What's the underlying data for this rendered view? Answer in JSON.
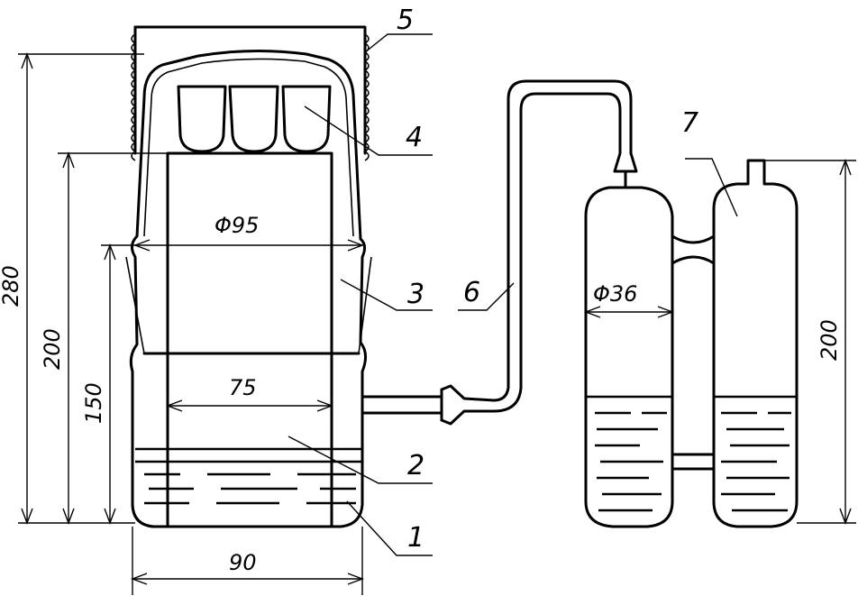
{
  "labels": {
    "p1": "1",
    "p2": "2",
    "p3": "3",
    "p4": "4",
    "p5": "5",
    "p6": "6",
    "p7": "7"
  },
  "dimensions": {
    "h280": "280",
    "h200_left": "200",
    "h150": "150",
    "d95": "Φ95",
    "w75": "75",
    "w90": "90",
    "d36": "Φ36",
    "h200_right": "200"
  }
}
